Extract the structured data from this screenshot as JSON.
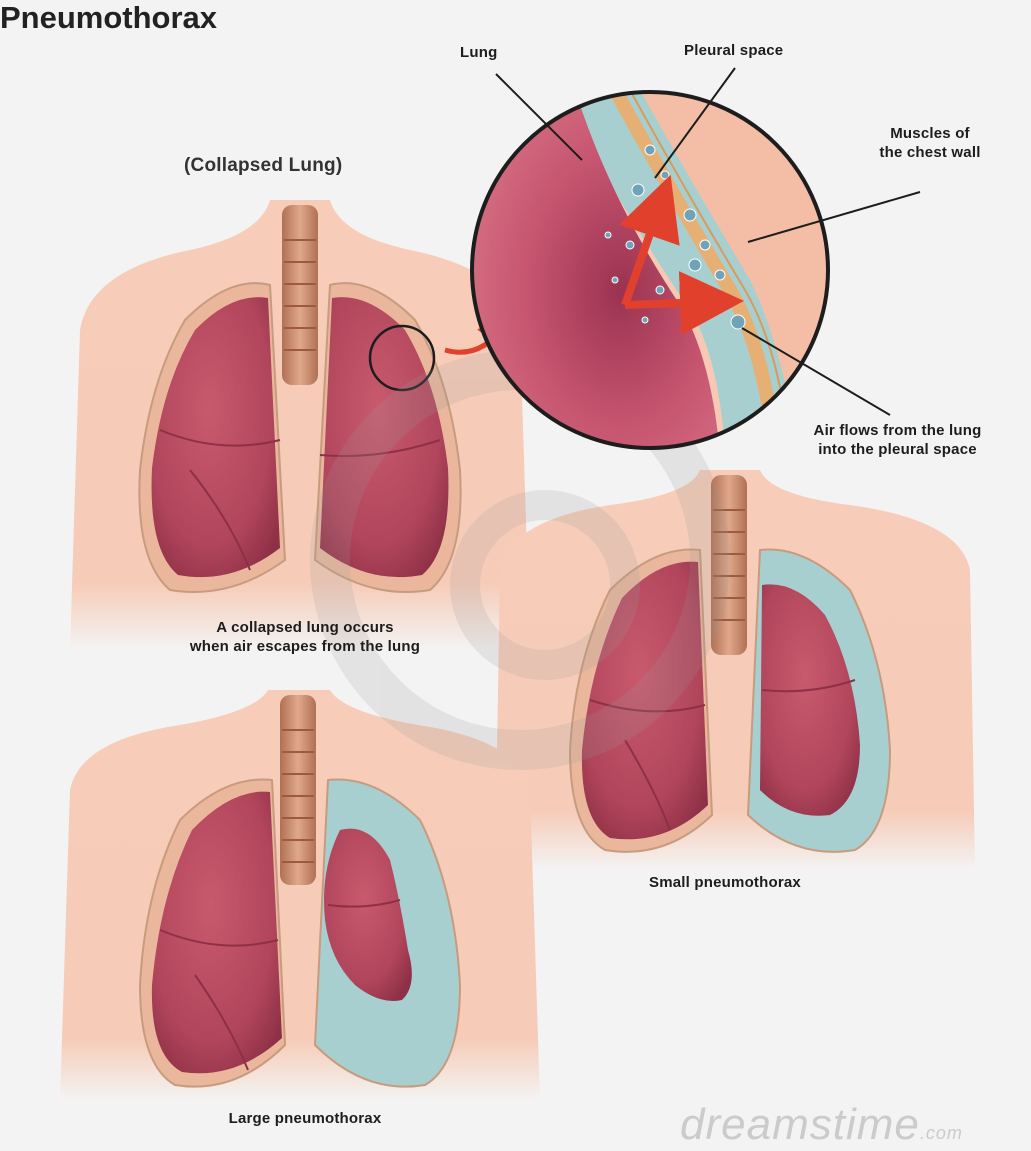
{
  "title": "Pneumothorax",
  "subtitle": "(Collapsed Lung)",
  "labels": {
    "lung": "Lung",
    "pleural_space": "Pleural space",
    "muscles_line1": "Muscles of",
    "muscles_line2": "the chest wall",
    "airflow_line1": "Air flows from the lung",
    "airflow_line2": "into the pleural space"
  },
  "captions": {
    "collapsed_line1": "A collapsed lung occurs",
    "collapsed_line2": "when air escapes from the lung",
    "small": "Small pneumothorax",
    "large": "Large pneumothorax"
  },
  "watermark": {
    "text": "dreamstime",
    "suffix": ".com"
  },
  "colors": {
    "skin": "#f6c9b4",
    "lung": "#b94a5f",
    "lung_dark": "#8e3046",
    "pleural_air": "#a8cfcf",
    "trachea": "#c9896a",
    "arrow": "#e1412c",
    "background": "#f4f3f3"
  }
}
